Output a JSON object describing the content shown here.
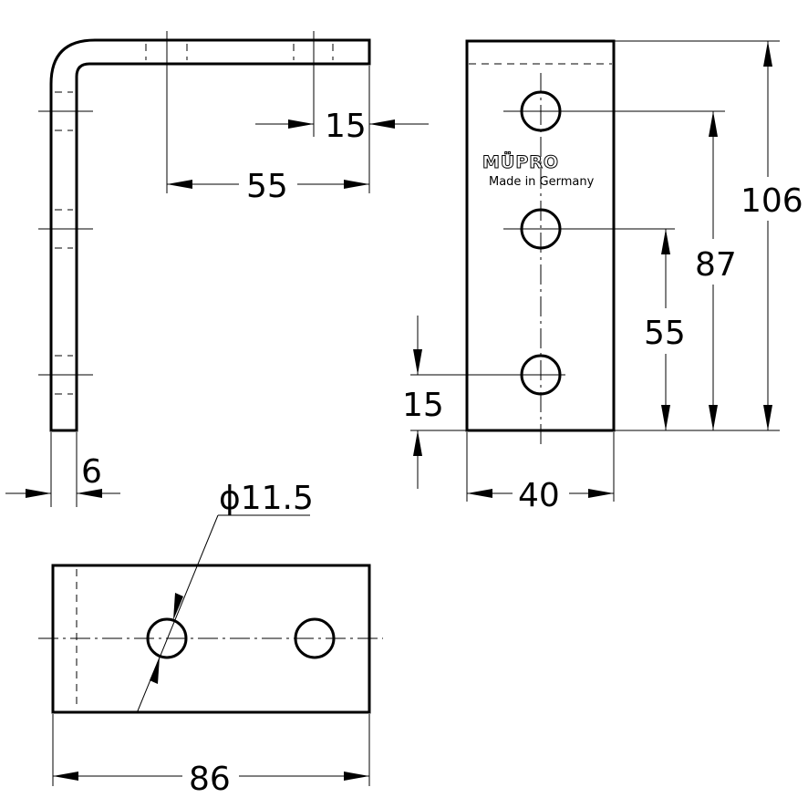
{
  "dimensions": {
    "flange_offset": "15",
    "flange_length": "55",
    "thickness": "6",
    "height": "106",
    "hole_top_spacing": "87",
    "hole_mid_spacing": "55",
    "hole_edge_offset": "15",
    "width": "40",
    "hole_diameter": "ϕ11.5",
    "total_length": "86"
  },
  "marking": {
    "brand": "MÜPRO",
    "origin": "Made in Germany"
  }
}
